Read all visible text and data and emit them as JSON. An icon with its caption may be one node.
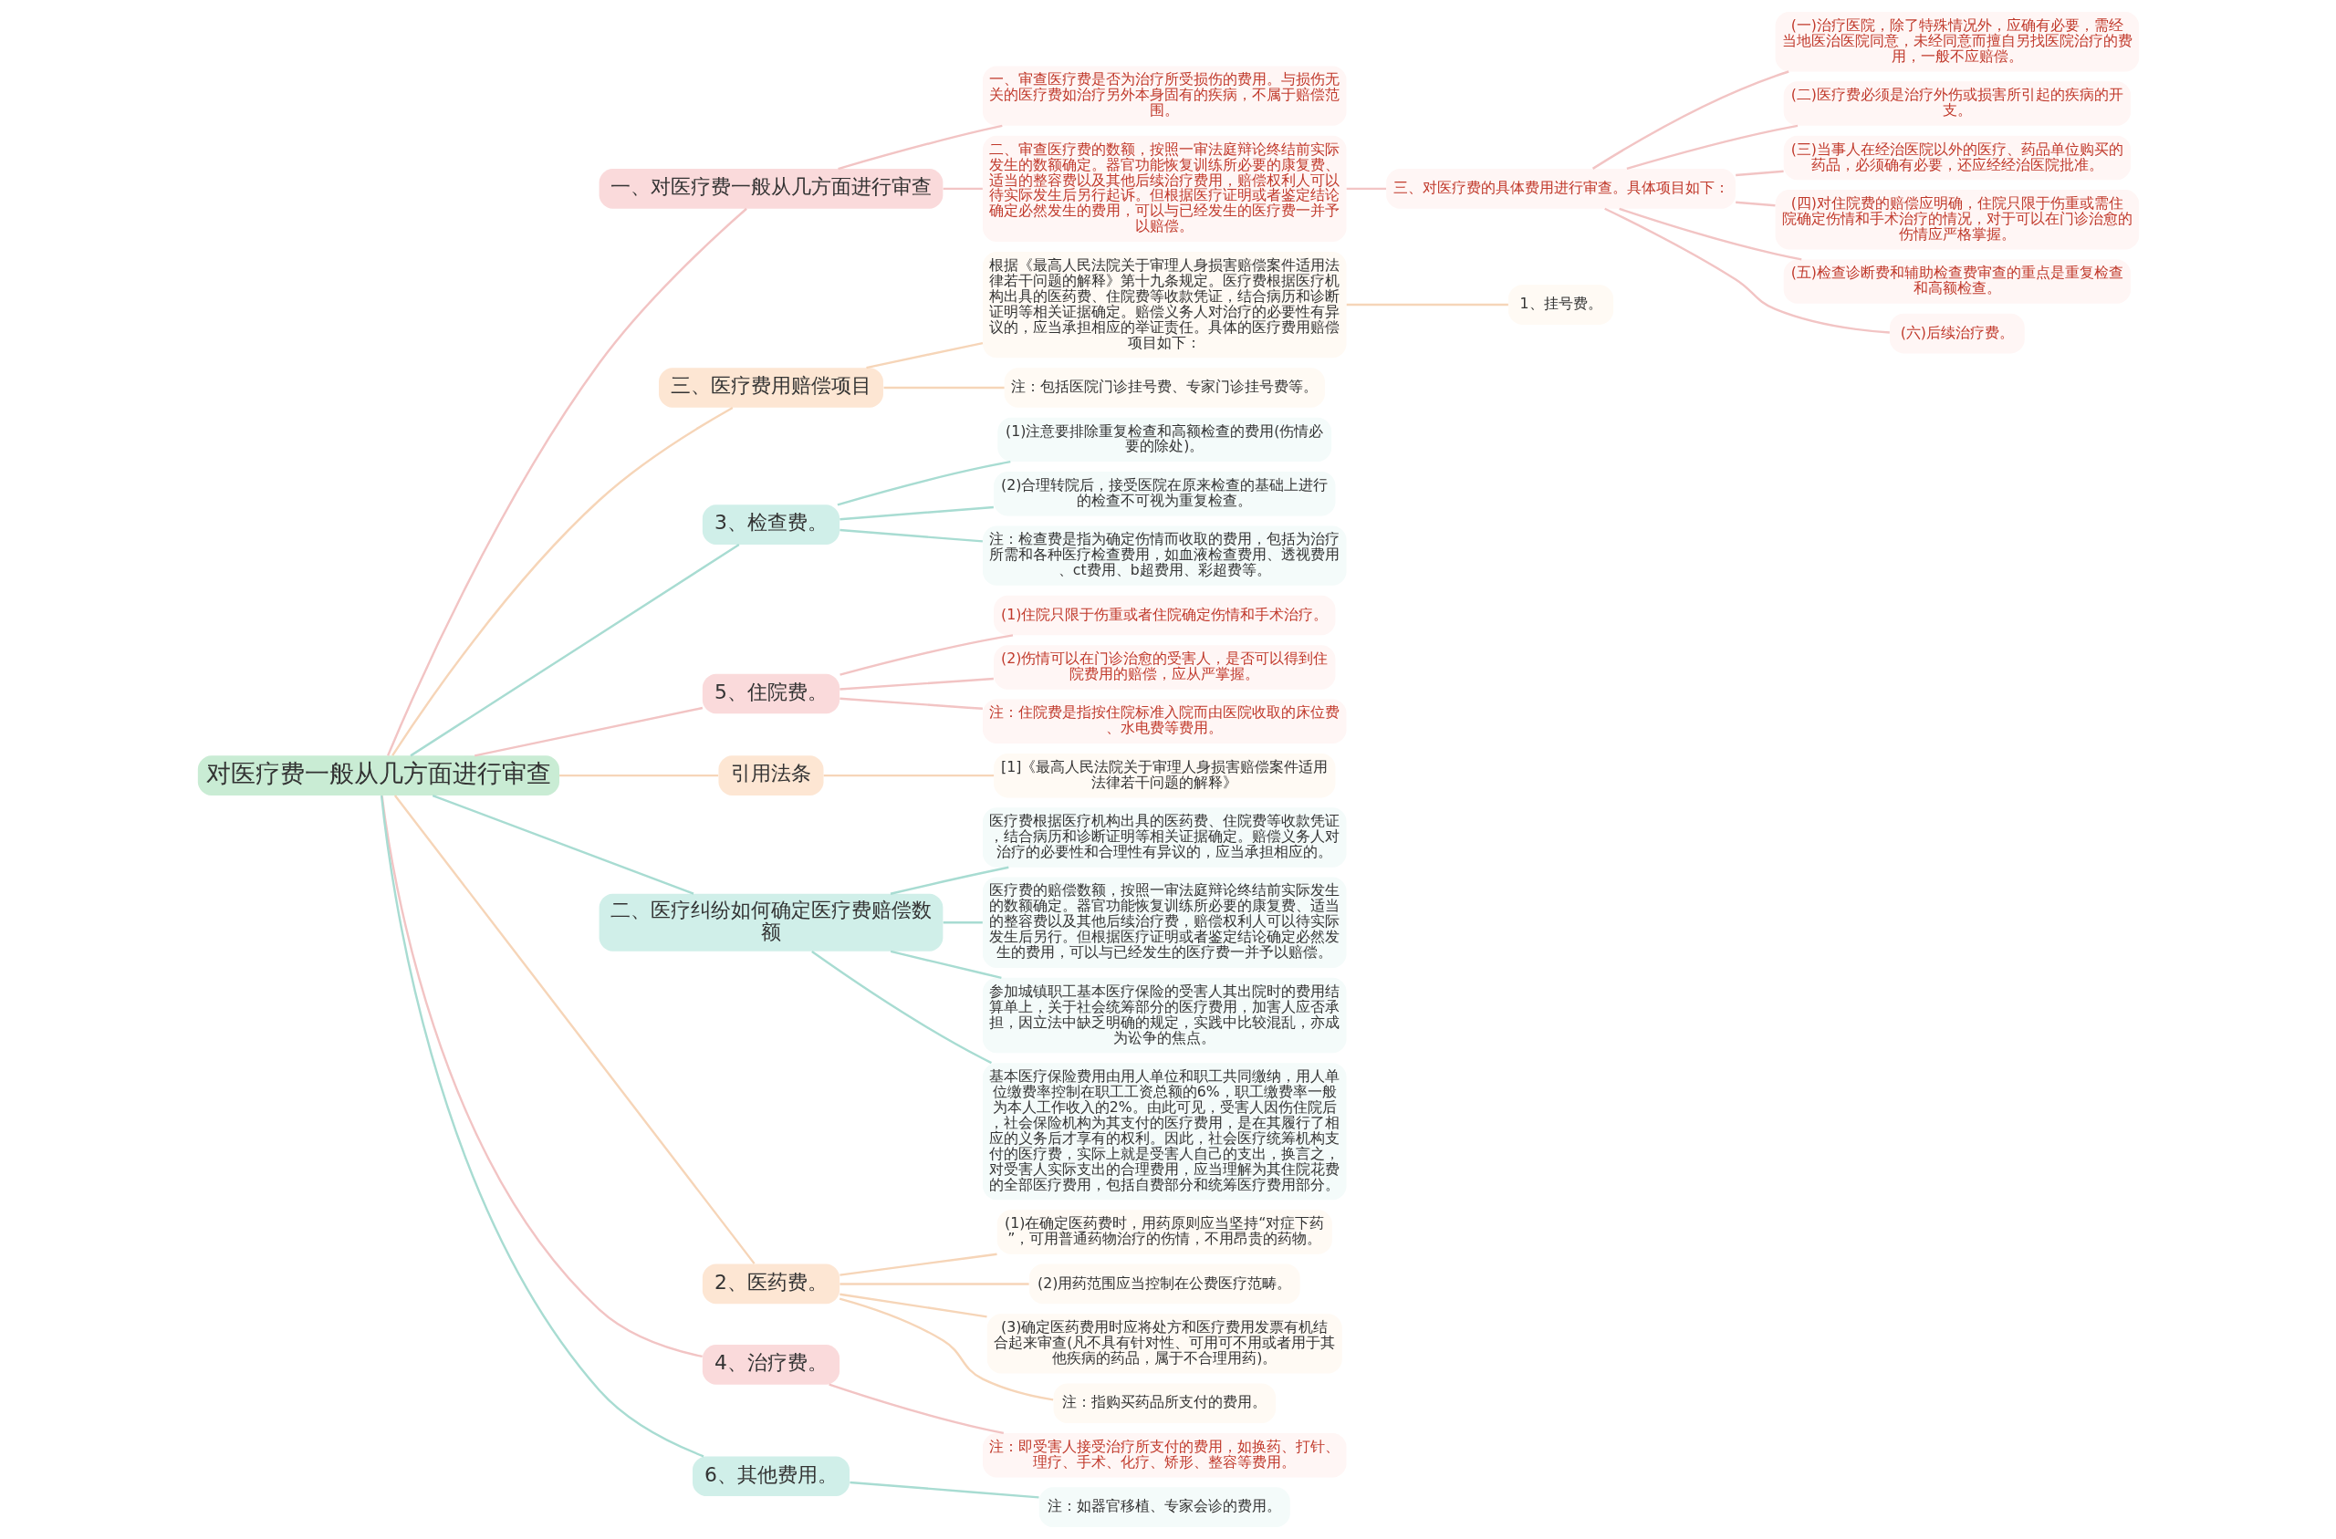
{
  "diagram": {
    "nodes": [
      {
        "text": [
          "对医疗费一般从几方面进行审查"
        ]
      },
      {
        "text": [
          "一、对医疗费一般从几方面进行审查"
        ]
      },
      {
        "text": [
          "一、审查医疗费是否为治疗所受损伤的费用。与损伤无关的医疗费如治疗另外本身固有的疾病，不属于赔偿范围。"
        ]
      },
      {
        "text": [
          "二、审查医疗费的数额，按照一审法庭辩论终结前实际发生的数额确定。器官功能恢复训练所必要的康复费、适当的整容费以及其他后续治疗费用，赔偿权利人可以待实际发生后另行起诉。但根据医疗证明或者鉴定结论确定必然发生的费用，可以与已经发生的医疗费一并予以赔偿。"
        ]
      },
      {
        "text": [
          "三、对医疗费的具体费用进行审查。具体项目如下："
        ]
      },
      {
        "text": [
          "(一)治疗医院，除了特殊情况外，应确有必要，需经当地医治医院同意，未经同意而擅自另找医院治疗的费用，一般不应赔偿。"
        ]
      },
      {
        "text": [
          "(二)医疗费必须是治疗外伤或损害所引起的疾病的开支。"
        ]
      },
      {
        "text": [
          "(三)当事人在经治医院以外的医疗、药品单位购买的药品，必须确有必要，还应经经治医院批准。"
        ]
      },
      {
        "text": [
          "(四)对住院费的赔偿应明确，住院只限于伤重或需住院确定伤情和手术治疗的情况，对于可以在门诊治愈的伤情应严格掌握。"
        ]
      },
      {
        "text": [
          "(五)检查诊断费和辅助检查费审查的重点是重复检查和高额检查。"
        ]
      },
      {
        "text": [
          "(六)后续治疗费。"
        ]
      },
      {
        "text": [
          "三、医疗费用赔偿项目"
        ]
      },
      {
        "text": [
          "根据《最高人民法院关于审理人身损害赔偿案件适用法律若干问题的解释》第十九条规定。医疗费根据医疗机构出具的医药费、住院费等收款凭证，结合病历和诊断证明等相关证据确定。赔偿义务人对治疗的必要性有异议的，应当承担相应的举证责任。具体的医疗费用赔偿项目如下："
        ]
      },
      {
        "text": [
          "1、挂号费。"
        ]
      },
      {
        "text": [
          "注：包括医院门诊挂号费、专家门诊挂号费等。"
        ]
      },
      {
        "text": [
          "3、检查费。"
        ]
      },
      {
        "text": [
          "(1)注意要排除重复检查和高额检查的费用(伤情必要的除处)。"
        ]
      },
      {
        "text": [
          "(2)合理转院后，接受医院在原来检查的基础上进行的检查不可视为重复检查。"
        ]
      },
      {
        "text": [
          "注：检查费是指为确定伤情而收取的费用，包括为治疗所需和各种医疗检查费用，如血液检查费用、透视费用、ct费用、b超费用、彩超费等。"
        ]
      },
      {
        "text": [
          "5、住院费。"
        ]
      },
      {
        "text": [
          "(1)住院只限于伤重或者住院确定伤情和手术治疗。"
        ]
      },
      {
        "text": [
          "(2)伤情可以在门诊治愈的受害人，是否可以得到住院费用的赔偿，应从严掌握。"
        ]
      },
      {
        "text": [
          "注：住院费是指按住院标准入院而由医院收取的床位费、水电费等费用。"
        ]
      },
      {
        "text": [
          "引用法条"
        ]
      },
      {
        "text": [
          "[1]《最高人民法院关于审理人身损害赔偿案件适用法律若干问题的解释》"
        ]
      },
      {
        "text": [
          "二、医疗纠纷如何确定医疗费赔偿数额"
        ]
      },
      {
        "text": [
          "医疗费根据医疗机构出具的医药费、住院费等收款凭证，结合病历和诊断证明等相关证据确定。赔偿义务人对治疗的必要性和合理性有异议的，应当承担相应的。"
        ]
      },
      {
        "text": [
          "医疗费的赔偿数额，按照一审法庭辩论终结前实际发生的数额确定。器官功能恢复训练所必要的康复费、适当的整容费以及其他后续治疗费，赔偿权利人可以待实际发生后另行。但根据医疗证明或者鉴定结论确定必然发生的费用，可以与已经发生的医疗费一并予以赔偿。"
        ]
      },
      {
        "text": [
          "参加城镇职工基本医疗保险的受害人其出院时的费用结算单上，关于社会统筹部分的医疗费用，加害人应否承担，因立法中缺乏明确的规定，实践中比较混乱，亦成为讼争的焦点。"
        ]
      },
      {
        "text": [
          "基本医疗保险费用由用人单位和职工共同缴纳，用人单位缴费率控制在职工工资总额的6%，职工缴费率一般为本人工作收入的2%。由此可见，受害人因伤住院后，社会保险机构为其支付的医疗费用，是在其履行了相应的义务后才享有的权利。因此，社会医疗统筹机构支付的医疗费，实际上就是受害人自己的支出，换言之，对受害人实际支出的合理费用，应当理解为其住院花费的全部医疗费用，包括自费部分和统筹医疗费用部分。"
        ]
      },
      {
        "text": [
          "2、医药费。"
        ]
      },
      {
        "text": [
          "(1)在确定医药费时，用药原则应当坚持“对症下药”，可用普通药物治疗的伤情，不用昂贵的药物。"
        ]
      },
      {
        "text": [
          "(2)用药范围应当控制在公费医疗范畴。"
        ]
      },
      {
        "text": [
          "(3)确定医药费用时应将处方和医疗费用发票有机结合起来审查(凡不具有针对性、可用可不用或者用于其他疾病的药品，属于不合理用药)。"
        ]
      },
      {
        "text": [
          "注：指购买药品所支付的费用。"
        ]
      },
      {
        "text": [
          "4、治疗费。"
        ]
      },
      {
        "text": [
          "注：即受害人接受治疗所支付的费用，如换药、打针、理疗、手术、化疗、矫形、整容等费用。"
        ]
      },
      {
        "text": [
          "6、其他费用。"
        ]
      },
      {
        "text": [
          "注：如器官移植、专家会诊的费用。"
        ]
      }
    ],
    "edges": [
      {
        "from": 0,
        "to": 1,
        "arrow": "none"
      },
      {
        "from": 1,
        "to": 2,
        "arrow": "none"
      },
      {
        "from": 1,
        "to": 3,
        "arrow": "none"
      },
      {
        "from": 3,
        "to": 4,
        "arrow": "none"
      },
      {
        "from": 4,
        "to": 5,
        "arrow": "none"
      },
      {
        "from": 4,
        "to": 6,
        "arrow": "none"
      },
      {
        "from": 4,
        "to": 7,
        "arrow": "none"
      },
      {
        "from": 4,
        "to": 8,
        "arrow": "none"
      },
      {
        "from": 4,
        "to": 9,
        "arrow": "none"
      },
      {
        "from": 4,
        "to": 10,
        "arrow": "none"
      },
      {
        "from": 0,
        "to": 11,
        "arrow": "none"
      },
      {
        "from": 11,
        "to": 12,
        "arrow": "none"
      },
      {
        "from": 12,
        "to": 13,
        "arrow": "none"
      },
      {
        "from": 11,
        "to": 14,
        "arrow": "none"
      },
      {
        "from": 0,
        "to": 15,
        "arrow": "none"
      },
      {
        "from": 15,
        "to": 16,
        "arrow": "none"
      },
      {
        "from": 15,
        "to": 17,
        "arrow": "none"
      },
      {
        "from": 15,
        "to": 18,
        "arrow": "none"
      },
      {
        "from": 0,
        "to": 19,
        "arrow": "none"
      },
      {
        "from": 19,
        "to": 20,
        "arrow": "none"
      },
      {
        "from": 19,
        "to": 21,
        "arrow": "none"
      },
      {
        "from": 19,
        "to": 22,
        "arrow": "none"
      },
      {
        "from": 0,
        "to": 23,
        "arrow": "none"
      },
      {
        "from": 23,
        "to": 24,
        "arrow": "none"
      },
      {
        "from": 0,
        "to": 25,
        "arrow": "none"
      },
      {
        "from": 25,
        "to": 26,
        "arrow": "none"
      },
      {
        "from": 25,
        "to": 27,
        "arrow": "none"
      },
      {
        "from": 25,
        "to": 28,
        "arrow": "none"
      },
      {
        "from": 25,
        "to": 29,
        "arrow": "none"
      },
      {
        "from": 0,
        "to": 30,
        "arrow": "none"
      },
      {
        "from": 30,
        "to": 31,
        "arrow": "none"
      },
      {
        "from": 30,
        "to": 32,
        "arrow": "none"
      },
      {
        "from": 30,
        "to": 33,
        "arrow": "none"
      },
      {
        "from": 30,
        "to": 34,
        "arrow": "none"
      },
      {
        "from": 0,
        "to": 35,
        "arrow": "none"
      },
      {
        "from": 35,
        "to": 36,
        "arrow": "none"
      },
      {
        "from": 0,
        "to": 37,
        "arrow": "none"
      },
      {
        "from": 37,
        "to": 38,
        "arrow": "none"
      }
    ]
  }
}
